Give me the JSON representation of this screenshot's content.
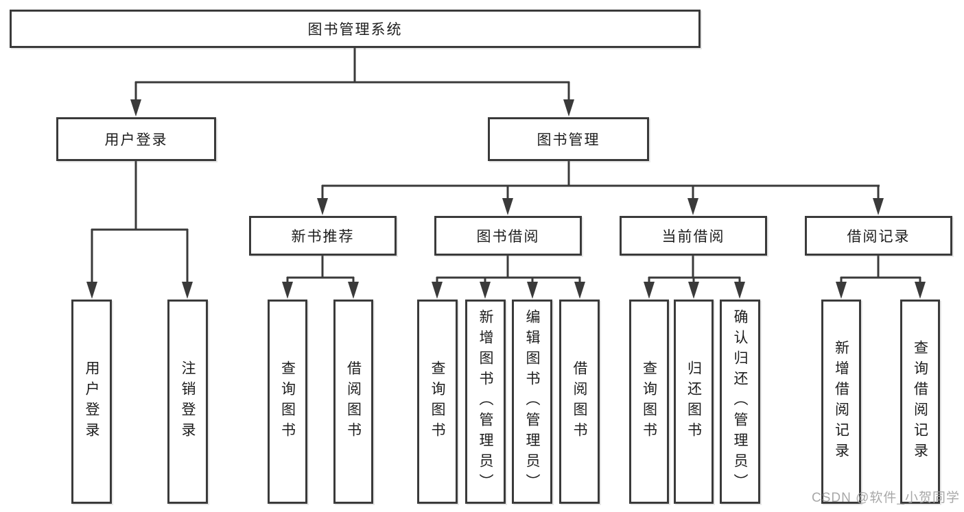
{
  "diagram": {
    "type": "tree",
    "colors": {
      "background": "#ffffff",
      "line": "#3a3a3a",
      "box_border": "#3a3a3a",
      "text": "#1d1d1d",
      "watermark": "#9f9f9f"
    },
    "root": {
      "label": "图书管理系统",
      "children": [
        {
          "label": "用户登录",
          "children": [
            {
              "label": "用户登录"
            },
            {
              "label": "注销登录"
            }
          ]
        },
        {
          "label": "图书管理",
          "children": [
            {
              "label": "新书推荐",
              "children": [
                {
                  "label": "查询图书"
                },
                {
                  "label": "借阅图书"
                }
              ]
            },
            {
              "label": "图书借阅",
              "children": [
                {
                  "label": "查询图书"
                },
                {
                  "label": "新增图书（管理员）"
                },
                {
                  "label": "编辑图书（管理员）"
                },
                {
                  "label": "借阅图书"
                }
              ]
            },
            {
              "label": "当前借阅",
              "children": [
                {
                  "label": "查询图书"
                },
                {
                  "label": "归还图书"
                },
                {
                  "label": "确认归还（管理员）"
                }
              ]
            },
            {
              "label": "借阅记录",
              "children": [
                {
                  "label": "新增借阅记录"
                },
                {
                  "label": "查询借阅记录"
                }
              ]
            }
          ]
        }
      ]
    }
  },
  "watermark": {
    "text": "CSDN @软件_小贺同学"
  }
}
